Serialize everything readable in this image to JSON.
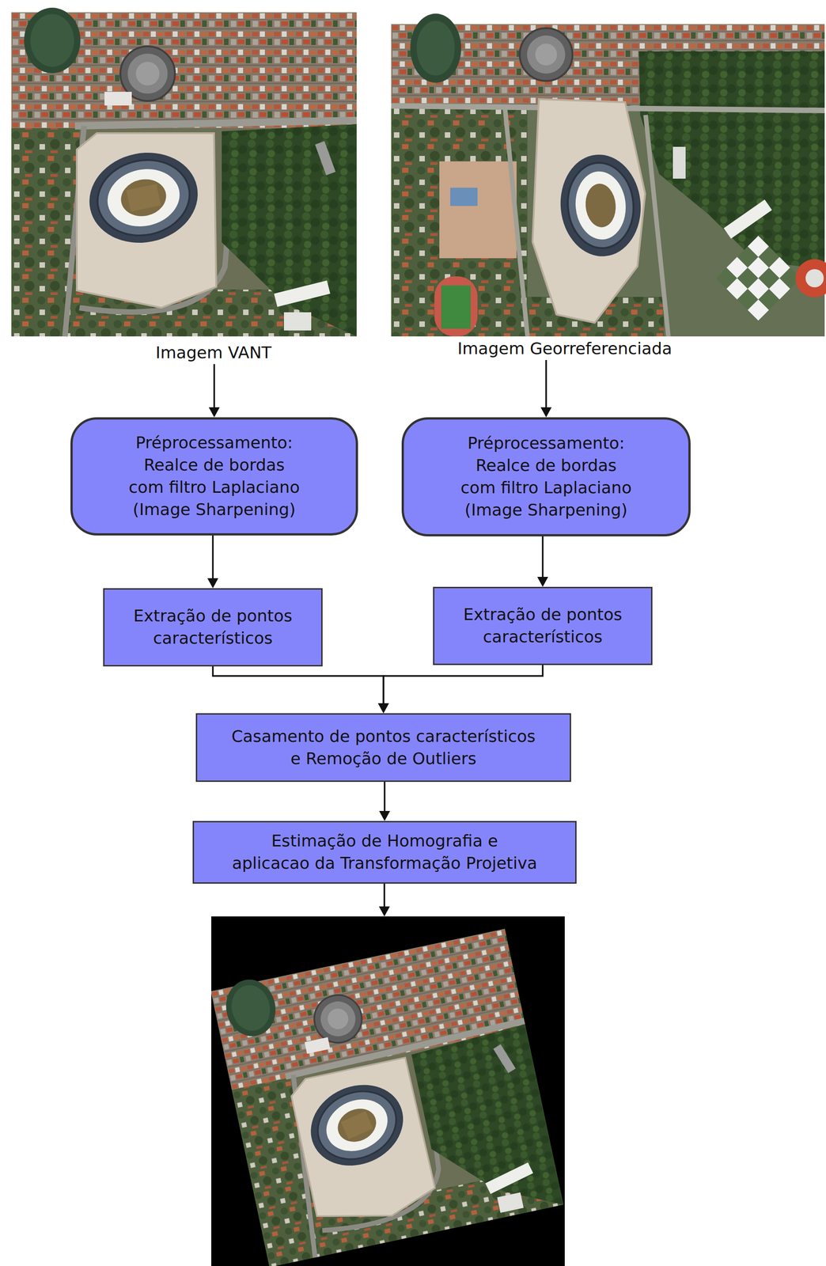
{
  "diagram": {
    "nodes": [
      {
        "text": [
          "Imagem VANT"
        ]
      },
      {
        "text": [
          "Imagem Georreferenciada"
        ]
      },
      {
        "text": [
          "Préprocessamento: Realce de bordas com filtro Laplaciano (Image Sharpening)"
        ]
      },
      {
        "text": [
          "Préprocessamento: Realce de bordas com filtro Laplaciano (Image Sharpening)"
        ]
      },
      {
        "text": [
          "Extração de pontos característicos"
        ]
      },
      {
        "text": [
          "Extração de pontos característicos"
        ]
      },
      {
        "text": [
          "Casamento de pontos característicos e Remoção de Outliers"
        ]
      },
      {
        "text": [
          "Estimação de Homografia e aplicacao da Transformação Projetiva"
        ]
      }
    ],
    "edges": [
      {
        "from": 0,
        "to": 2,
        "arrow": "to"
      },
      {
        "from": 1,
        "to": 3,
        "arrow": "to"
      },
      {
        "from": 2,
        "to": 4,
        "arrow": "to"
      },
      {
        "from": 3,
        "to": 5,
        "arrow": "to"
      },
      {
        "from": 4,
        "to": 6,
        "arrow": "to"
      },
      {
        "from": 5,
        "to": 6,
        "arrow": "to"
      },
      {
        "from": 6,
        "to": 7,
        "arrow": "to"
      }
    ]
  }
}
